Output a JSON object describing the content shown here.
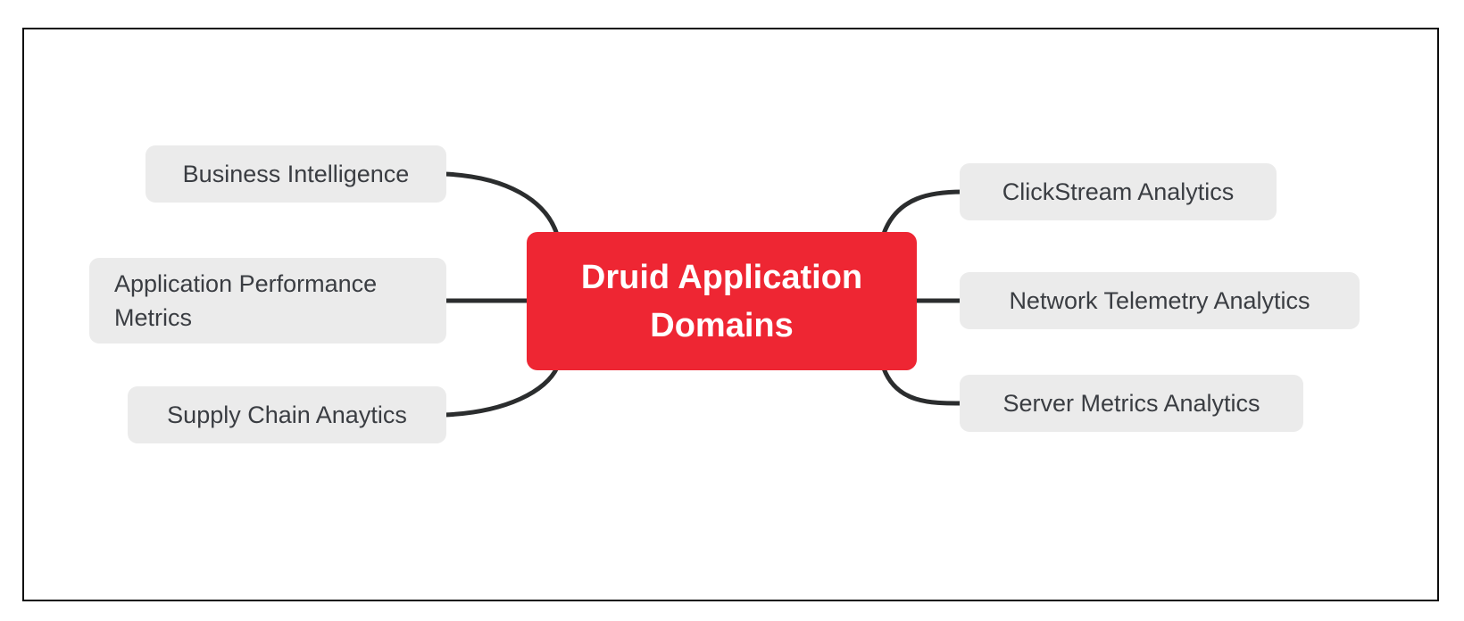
{
  "diagram": {
    "type": "mindmap",
    "root": {
      "label": "Druid Application Domains"
    },
    "left_nodes": [
      {
        "label": "Business Intelligence"
      },
      {
        "label": "Application Performance Metrics"
      },
      {
        "label": "Supply Chain Anaytics"
      }
    ],
    "right_nodes": [
      {
        "label": "ClickStream Analytics"
      },
      {
        "label": "Network Telemetry Analytics"
      },
      {
        "label": "Server Metrics Analytics"
      }
    ],
    "colors": {
      "root_bg": "#ee2633",
      "root_text": "#ffffff",
      "node_bg": "#ebebeb",
      "node_text": "#3a3d42",
      "connector": "#2b2d2e",
      "frame_border": "#0d0d0d",
      "canvas_bg": "#ffffff"
    }
  }
}
